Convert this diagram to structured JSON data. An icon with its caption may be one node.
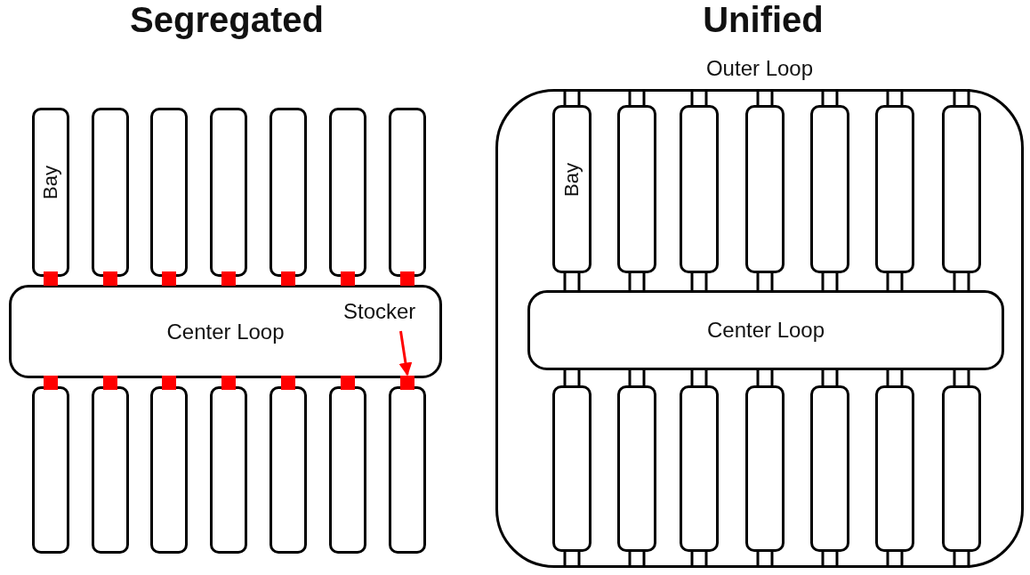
{
  "diagram": {
    "nodes": [
      {
        "text": [
          "Bay"
        ]
      },
      {
        "text": [],
        "shape": "box"
      },
      {
        "text": [],
        "shape": "box"
      },
      {
        "text": [],
        "shape": "box"
      },
      {
        "text": [],
        "shape": "box"
      },
      {
        "text": [],
        "shape": "box"
      },
      {
        "text": [],
        "shape": "box"
      },
      {
        "text": [],
        "shape": "box"
      },
      {
        "text": [],
        "shape": "box"
      },
      {
        "text": [],
        "shape": "box"
      },
      {
        "text": [],
        "shape": "box"
      },
      {
        "text": [],
        "shape": "box"
      },
      {
        "text": [],
        "shape": "box"
      },
      {
        "text": [],
        "shape": "box"
      },
      {
        "text": [
          "Center Loop"
        ]
      },
      {
        "text": [
          "Stocker"
        ],
        "in": 14
      },
      {
        "text": [],
        "shape": "box"
      },
      {
        "text": [],
        "shape": "box"
      },
      {
        "text": [],
        "shape": "box"
      },
      {
        "text": [],
        "shape": "box"
      },
      {
        "text": [],
        "shape": "box"
      },
      {
        "text": [],
        "shape": "box"
      },
      {
        "text": [],
        "shape": "box"
      },
      {
        "text": [],
        "shape": "box"
      },
      {
        "text": [],
        "shape": "box"
      },
      {
        "text": [],
        "shape": "box"
      },
      {
        "text": [],
        "shape": "box"
      },
      {
        "text": [],
        "shape": "box"
      },
      {
        "text": [],
        "shape": "box"
      },
      {
        "text": [],
        "shape": "box"
      },
      {
        "text": [
          "Outer Loop"
        ]
      },
      {
        "text": [
          "Bay"
        ],
        "in": 30
      },
      {
        "text": [],
        "shape": "box",
        "in": 30
      },
      {
        "text": [],
        "shape": "box",
        "in": 30
      },
      {
        "text": [],
        "shape": "box",
        "in": 30
      },
      {
        "text": [],
        "shape": "box",
        "in": 30
      },
      {
        "text": [],
        "shape": "box",
        "in": 30
      },
      {
        "text": [],
        "shape": "box",
        "in": 30
      },
      {
        "text": [
          "Center Loop"
        ],
        "in": 30
      },
      {
        "text": [],
        "shape": "box",
        "in": 30
      },
      {
        "text": [],
        "shape": "box",
        "in": 30
      },
      {
        "text": [],
        "shape": "box",
        "in": 30
      },
      {
        "text": [],
        "shape": "box",
        "in": 30
      },
      {
        "text": [],
        "shape": "box",
        "in": 30
      },
      {
        "text": [],
        "shape": "box",
        "in": 30
      },
      {
        "text": [],
        "shape": "box",
        "in": 30
      }
    ],
    "edges": [
      {
        "from": 15,
        "to": 22,
        "arrow": "to",
        "color": "#ff0000"
      },
      {
        "from": 31,
        "to": 30,
        "arrow": "none"
      },
      {
        "from": 32,
        "to": 30,
        "arrow": "none"
      },
      {
        "from": 33,
        "to": 30,
        "arrow": "none"
      },
      {
        "from": 34,
        "to": 30,
        "arrow": "none"
      },
      {
        "from": 35,
        "to": 30,
        "arrow": "none"
      },
      {
        "from": 36,
        "to": 30,
        "arrow": "none"
      },
      {
        "from": 37,
        "to": 30,
        "arrow": "none"
      },
      {
        "from": 31,
        "to": 38,
        "arrow": "none"
      },
      {
        "from": 32,
        "to": 38,
        "arrow": "none"
      },
      {
        "from": 33,
        "to": 38,
        "arrow": "none"
      },
      {
        "from": 34,
        "to": 38,
        "arrow": "none"
      },
      {
        "from": 35,
        "to": 38,
        "arrow": "none"
      },
      {
        "from": 36,
        "to": 38,
        "arrow": "none"
      },
      {
        "from": 37,
        "to": 38,
        "arrow": "none"
      },
      {
        "from": 38,
        "to": 39,
        "arrow": "none"
      },
      {
        "from": 38,
        "to": 40,
        "arrow": "none"
      },
      {
        "from": 38,
        "to": 41,
        "arrow": "none"
      },
      {
        "from": 38,
        "to": 42,
        "arrow": "none"
      },
      {
        "from": 38,
        "to": 43,
        "arrow": "none"
      },
      {
        "from": 38,
        "to": 44,
        "arrow": "none"
      },
      {
        "from": 38,
        "to": 45,
        "arrow": "none"
      },
      {
        "from": 39,
        "to": 30,
        "arrow": "none"
      },
      {
        "from": 40,
        "to": 30,
        "arrow": "none"
      },
      {
        "from": 41,
        "to": 30,
        "arrow": "none"
      },
      {
        "from": 42,
        "to": 30,
        "arrow": "none"
      },
      {
        "from": 43,
        "to": 30,
        "arrow": "none"
      },
      {
        "from": 44,
        "to": 30,
        "arrow": "none"
      },
      {
        "from": 45,
        "to": 30,
        "arrow": "none"
      }
    ],
    "labels": [
      "Segregated",
      "Unified"
    ]
  }
}
